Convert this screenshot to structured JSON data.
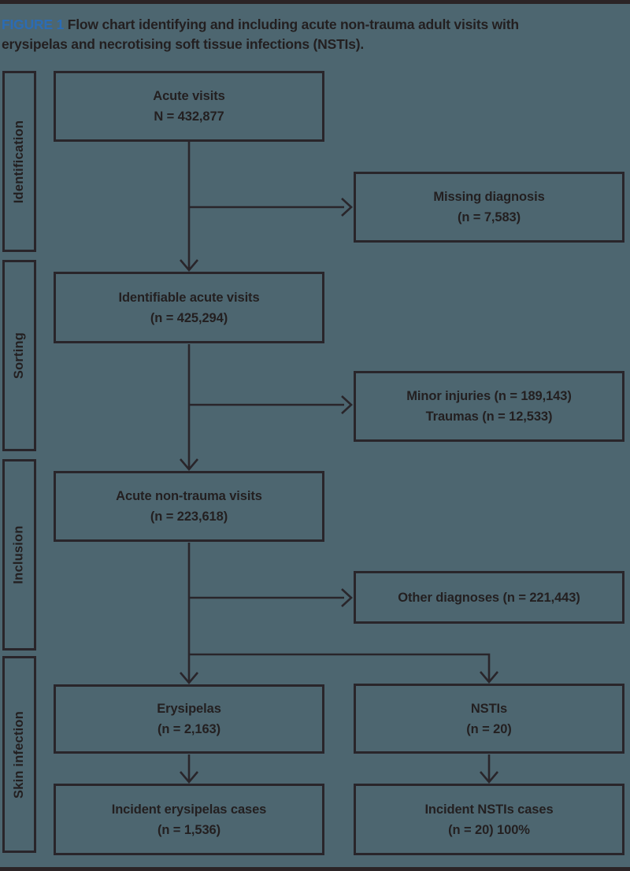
{
  "title": {
    "tag": "FIGURE 1",
    "line1": "Flow chart identifying and including acute non-trauma adult visits with",
    "line2": "erysipelas and necrotising soft tissue infections (NSTIs)."
  },
  "stages": [
    "Identification",
    "Sorting",
    "Inclusion",
    "Skin infection"
  ],
  "boxes": {
    "acute_visits": {
      "line1": "Acute visits",
      "line2": "N = 432,877"
    },
    "missing_diagnosis": {
      "line1": "Missing diagnosis",
      "line2": "(n = 7,583)"
    },
    "identifiable_visits": {
      "line1": "Identifiable acute visits",
      "line2": "(n = 425,294)"
    },
    "minor_injuries": {
      "line1": "Minor injuries (n = 189,143)",
      "line2": "Traumas (n = 12,533)"
    },
    "non_trauma_visits": {
      "line1": "Acute non-trauma visits",
      "line2": "(n = 223,618)"
    },
    "other_diagnoses": {
      "line1": "Other diagnoses (n = 221,443)"
    },
    "erysipelas": {
      "line1": "Erysipelas",
      "line2": "(n = 2,163)"
    },
    "nstis": {
      "line1": "NSTIs",
      "line2": "(n = 20)"
    },
    "incident_erysipelas": {
      "line1": "Incident erysipelas cases",
      "line2": "(n = 1,536)"
    },
    "incident_nstis": {
      "line1": "Incident NSTIs cases",
      "line2": "(n = 20) 100%"
    }
  },
  "colors": {
    "bg": "#4d6670",
    "ink": "#231f20",
    "line": "#29252a",
    "accent": "#2b6cb5"
  }
}
